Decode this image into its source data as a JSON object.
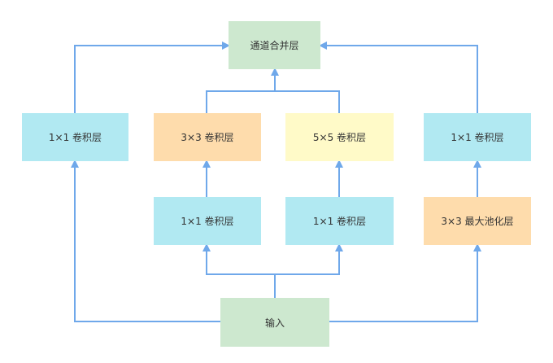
{
  "colors": {
    "cyan": "#B1E9F2",
    "green": "#CDE8CF",
    "orange": "#FEDCAC",
    "yellow": "#FFFAC8",
    "arrow": "#6FA8EA",
    "text": "#333333"
  },
  "nodes": {
    "concat": {
      "label": "通道合并层",
      "fill": "green"
    },
    "conv1x1_left": {
      "label": "1×1 卷积层",
      "fill": "cyan"
    },
    "conv3x3": {
      "label": "3×3 卷积层",
      "fill": "orange"
    },
    "conv5x5": {
      "label": "5×5 卷积层",
      "fill": "yellow"
    },
    "conv1x1_right": {
      "label": "1×1 卷积层",
      "fill": "cyan"
    },
    "reduce1x1_a": {
      "label": "1×1 卷积层",
      "fill": "cyan"
    },
    "reduce1x1_b": {
      "label": "1×1 卷积层",
      "fill": "cyan"
    },
    "maxpool3x3": {
      "label": "3×3 最大池化层",
      "fill": "orange"
    },
    "input": {
      "label": "输入",
      "fill": "green"
    }
  },
  "edges": [
    {
      "from": "input",
      "to": "conv1x1_left"
    },
    {
      "from": "input",
      "to": "reduce1x1_a"
    },
    {
      "from": "input",
      "to": "reduce1x1_b"
    },
    {
      "from": "input",
      "to": "maxpool3x3"
    },
    {
      "from": "reduce1x1_a",
      "to": "conv3x3"
    },
    {
      "from": "reduce1x1_b",
      "to": "conv5x5"
    },
    {
      "from": "maxpool3x3",
      "to": "conv1x1_right"
    },
    {
      "from": "conv1x1_left",
      "to": "concat"
    },
    {
      "from": "conv3x3",
      "to": "concat"
    },
    {
      "from": "conv5x5",
      "to": "concat"
    },
    {
      "from": "conv1x1_right",
      "to": "concat"
    }
  ]
}
